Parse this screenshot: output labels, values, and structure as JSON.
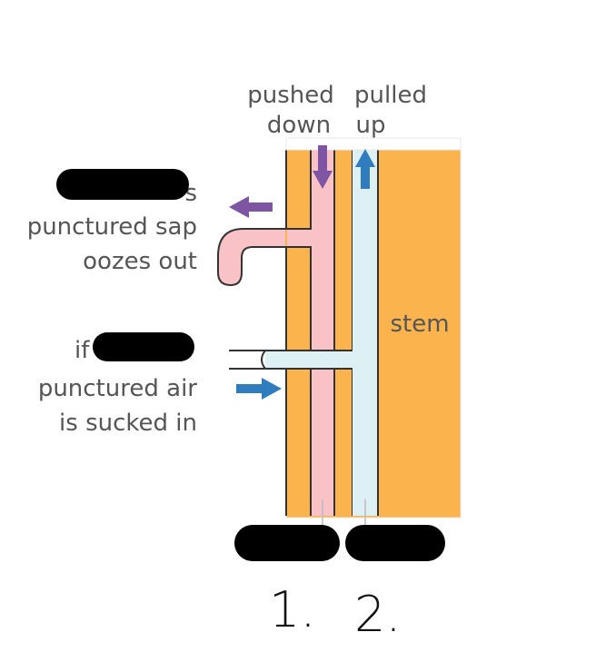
{
  "labels": {
    "pushed_line1": "pushed",
    "pushed_line2": "down",
    "pulled_line1": "pulled",
    "pulled_line2": "up",
    "upper_left_line1_fragment": "s",
    "upper_left_line2": "punctured sap",
    "upper_left_line3": "oozes out",
    "lower_left_line1_fragment": "if",
    "lower_left_line2": "punctured air",
    "lower_left_line3": "is sucked in",
    "stem": "stem"
  },
  "handwriting": {
    "first": "1.",
    "second": "2."
  },
  "colors": {
    "stem_orange": "#FBB44D",
    "phloem_pink": "#F9C2C6",
    "xylem_blue": "#DDF0F3",
    "outline_dark": "#333333",
    "arrow_purple": "#7D55A3",
    "arrow_blue": "#2F7DBE",
    "text_gray": "#555555",
    "redaction_black": "#000000"
  },
  "icons": {
    "pushed_down": "arrow-down-icon",
    "pulled_up": "arrow-up-icon",
    "sap_out": "arrow-left-icon",
    "air_in": "arrow-right-icon"
  }
}
